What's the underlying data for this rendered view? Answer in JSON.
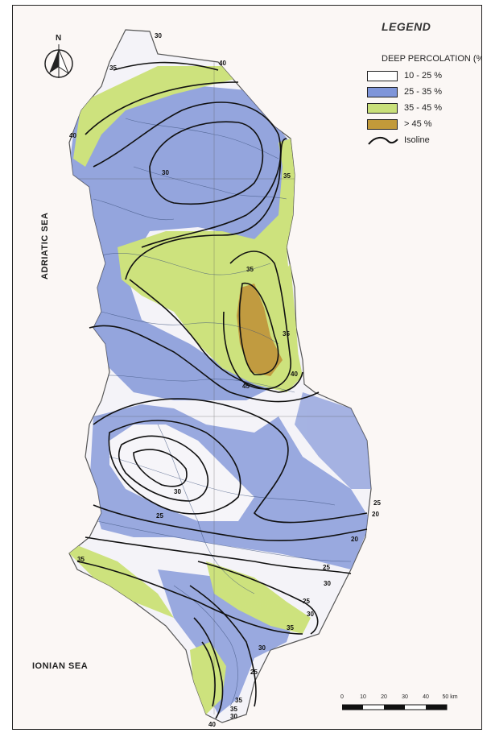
{
  "legend": {
    "title": "LEGEND",
    "subtitle": "DEEP PERCOLATION (%)",
    "items": [
      {
        "label": "10 - 25 %",
        "color": "#ffffff"
      },
      {
        "label": "25 - 35 %",
        "color": "#7f95d9"
      },
      {
        "label": "35 - 45 %",
        "color": "#c9e07a"
      },
      {
        "label": "> 45 %",
        "color": "#c29a3a"
      }
    ],
    "isoline_label": "Isoline"
  },
  "seas": {
    "adriatic": "ADRIATIC SEA",
    "ionian": "IONIAN SEA"
  },
  "north_arrow": {
    "label": "N"
  },
  "scale_bar": {
    "ticks": [
      "0",
      "10",
      "20",
      "30",
      "40",
      "50 km"
    ]
  },
  "isoline_values": {
    "l1": "30",
    "l2": "35",
    "l3": "40",
    "l4": "30",
    "l5": "35",
    "l6": "40",
    "l7": "35",
    "l8": "35",
    "l9": "40",
    "l10": "45",
    "l11": "25",
    "l12": "20",
    "l13": "30",
    "l14": "25",
    "l15": "20",
    "l16": "25",
    "l17": "35",
    "l18": "30",
    "l19": "25",
    "l20": "30",
    "l21": "35",
    "l22": "30",
    "l23": "25",
    "l24": "35",
    "l25": "30",
    "l26": "40",
    "l27": "35"
  }
}
